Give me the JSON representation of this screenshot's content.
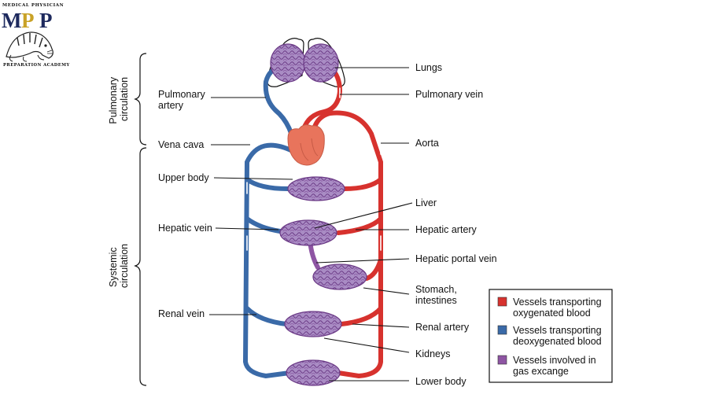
{
  "logo": {
    "top_text": "MEDICAL PHYSICIAN",
    "letters": [
      "M",
      "P",
      "P"
    ],
    "bottom_text": "PREPARATION ACADEMY",
    "colors": {
      "m": "#1e2a5e",
      "p1": "#c9a227",
      "p2": "#1e2a5e"
    }
  },
  "brackets": {
    "pulmonary": "Pulmonary circulation",
    "systemic": "Systemic circulation"
  },
  "left_labels": {
    "pulmonary_artery": [
      "Pulmonary",
      "artery"
    ],
    "vena_cava": "Vena cava",
    "upper_body": "Upper body",
    "hepatic_vein": "Hepatic vein",
    "renal_vein": "Renal vein"
  },
  "right_labels": {
    "lungs": "Lungs",
    "pulmonary_vein": "Pulmonary vein",
    "aorta": "Aorta",
    "liver": "Liver",
    "hepatic_artery": "Hepatic artery",
    "hepatic_portal_vein": "Hepatic portal vein",
    "stomach": [
      "Stomach,",
      "intestines"
    ],
    "renal_artery": "Renal artery",
    "kidneys": "Kidneys",
    "lower_body": "Lower body"
  },
  "legend": [
    {
      "color": "#d7322e",
      "lines": [
        "Vessels transporting",
        "oxygenated blood"
      ]
    },
    {
      "color": "#3a6aa8",
      "lines": [
        "Vessels transporting",
        "deoxygenated blood"
      ]
    },
    {
      "color": "#8e55a3",
      "lines": [
        "Vessels involved in",
        "gas excange"
      ]
    }
  ],
  "colors": {
    "oxygenated": "#d7322e",
    "deoxygenated": "#3a6aa8",
    "exchange": "#8e55a3",
    "heart": "#e8745c"
  }
}
